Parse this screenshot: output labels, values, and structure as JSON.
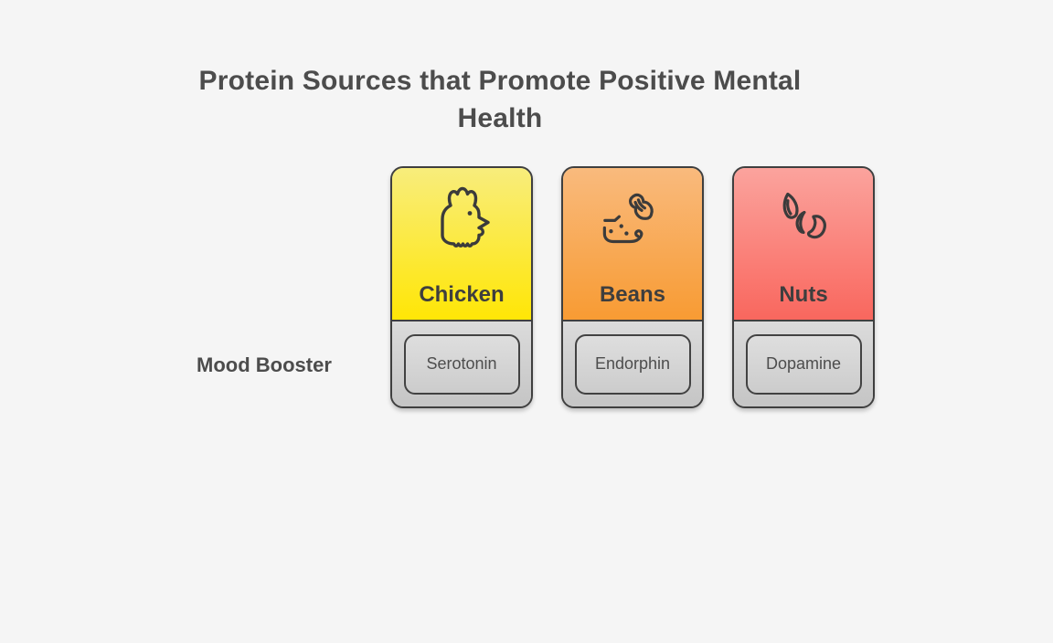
{
  "title": "Protein Sources that Promote Positive Mental Health",
  "row_label": "Mood Booster",
  "colors": {
    "background": "#f5f5f5",
    "outline": "#3f3f3f",
    "title_text": "#4c4c4c",
    "node_section_gray": "#d2d2d2"
  },
  "cards": [
    {
      "label": "Chicken",
      "icon": "chicken-icon",
      "booster": "Serotonin",
      "gradient_top": "#f8ed7c",
      "gradient_bottom": "#ffe606"
    },
    {
      "label": "Beans",
      "icon": "peanut-icon",
      "booster": "Endorphin",
      "gradient_top": "#f9ba7d",
      "gradient_bottom": "#f89b33"
    },
    {
      "label": "Nuts",
      "icon": "nuts-icon",
      "booster": "Dopamine",
      "gradient_top": "#fba39d",
      "gradient_bottom": "#f9675e"
    }
  ]
}
